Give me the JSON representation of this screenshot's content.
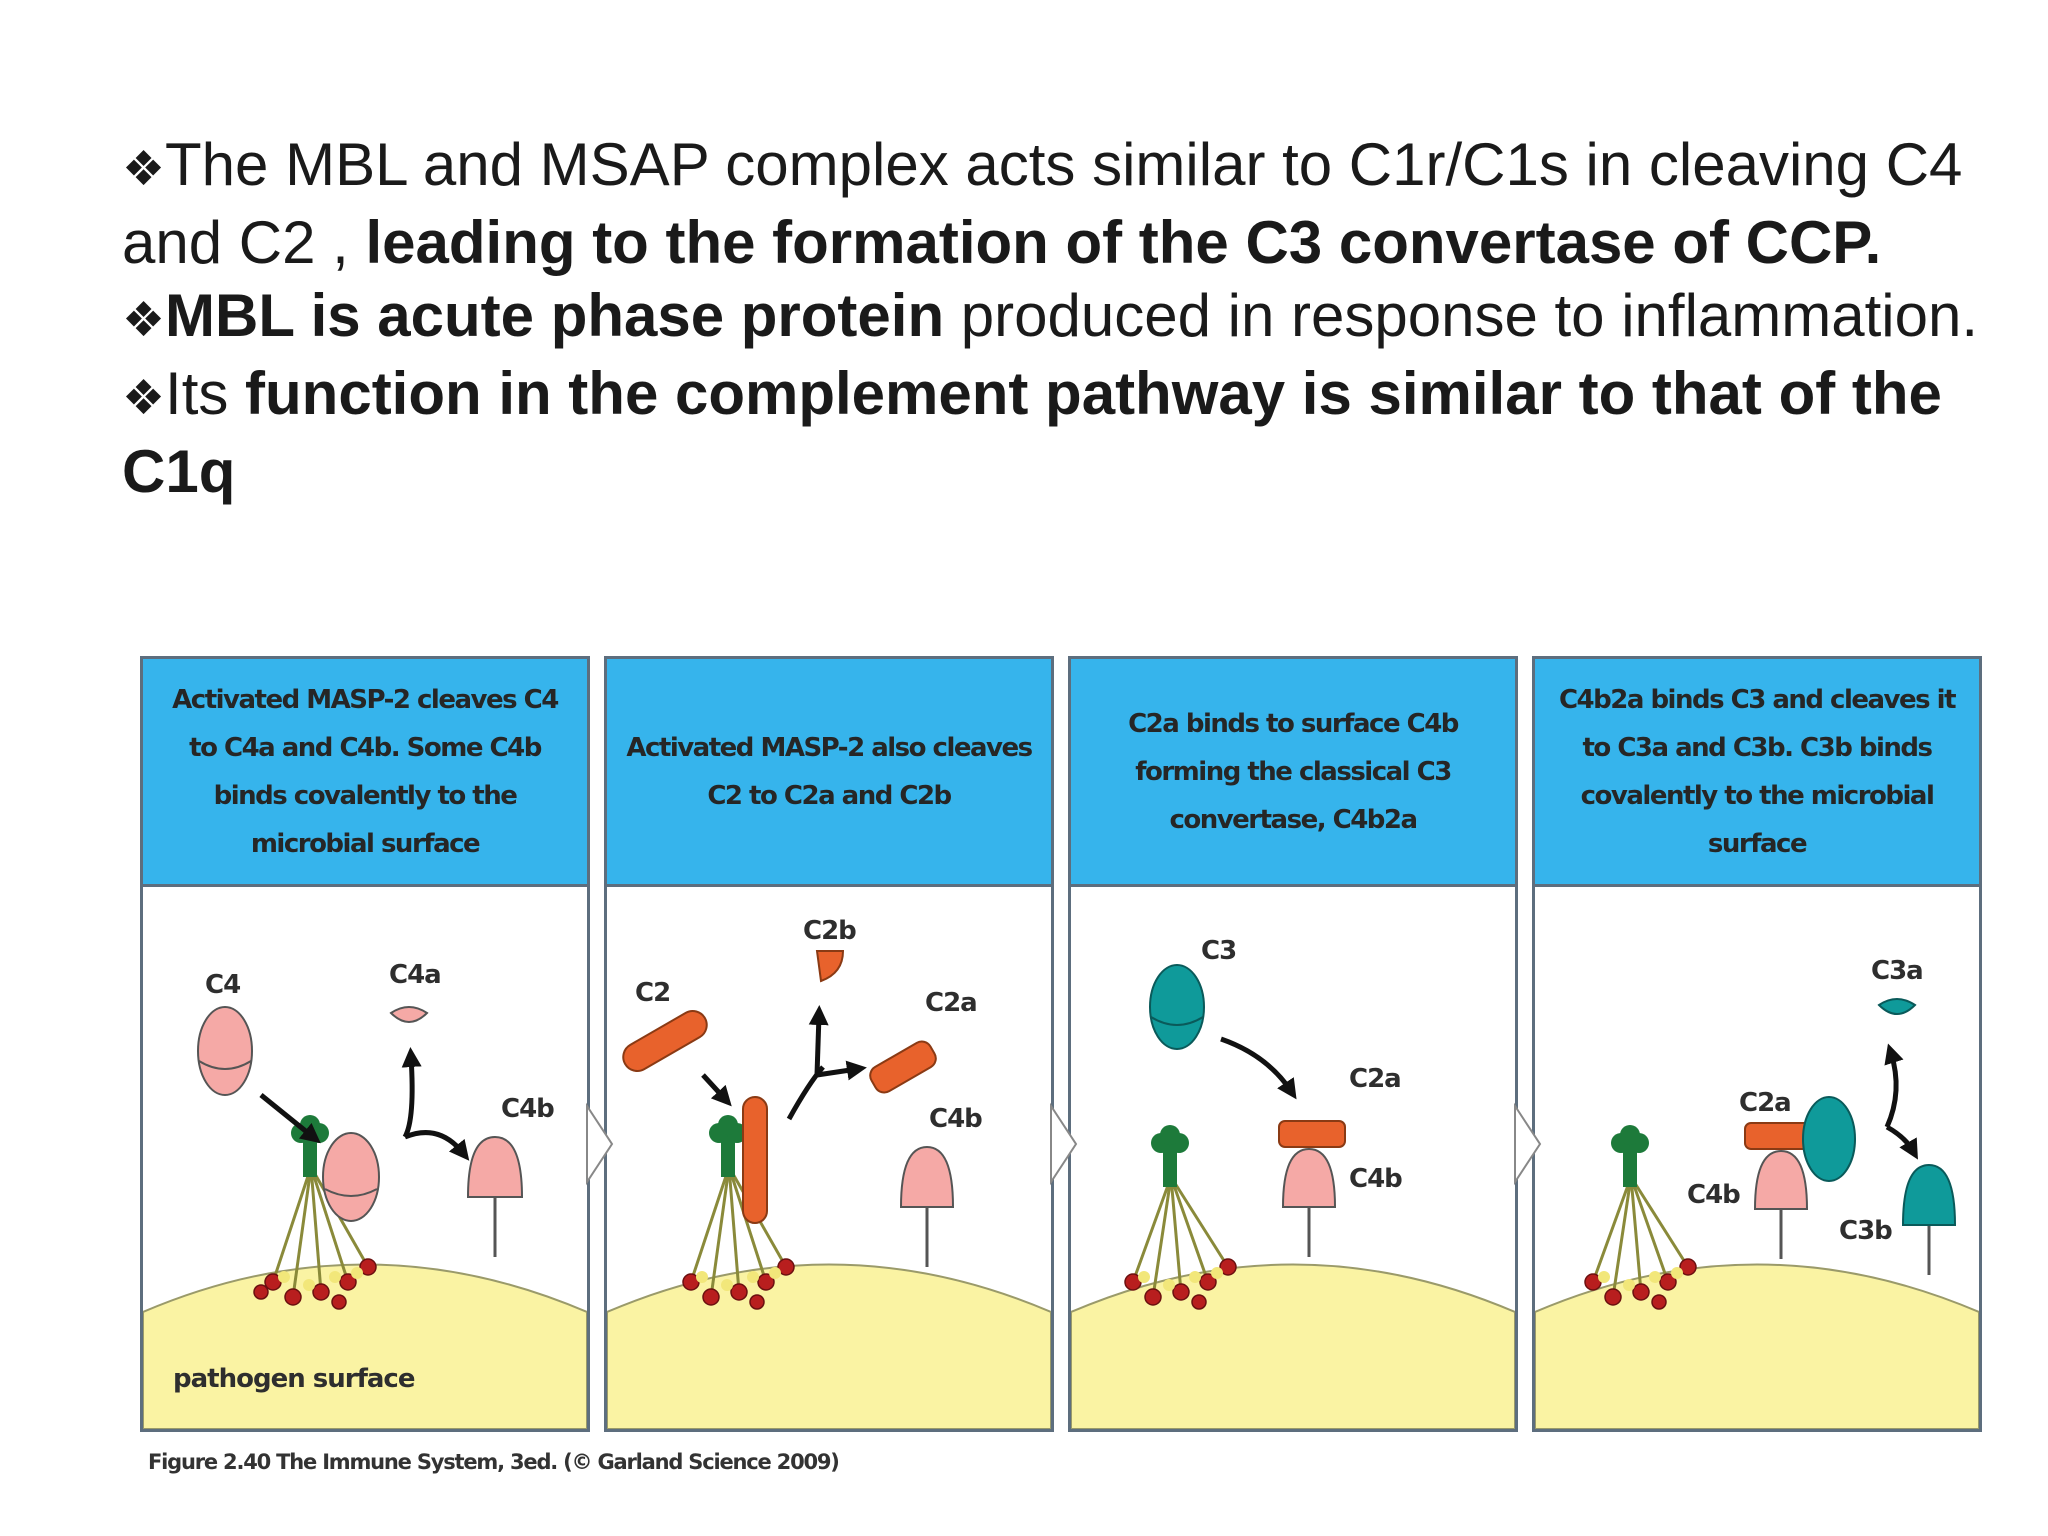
{
  "bullets": [
    {
      "b1_star": "❖",
      "b1_pre": "The MBL and MSAP complex acts similar to C1r/C1s in cleaving C4  and C2  , ",
      "b1_bold": "leading to the formation of the C3 convertase of CCP."
    },
    {
      "b2_star": "❖",
      "b2_bold": "MBL is acute phase protein",
      "b2_rest": " produced in response to inflammation."
    },
    {
      "b3_star": "❖",
      "b3_pre": "Its  ",
      "b3_bold": "function in the complement pathway is similar to that of the C1q"
    }
  ],
  "figure": {
    "panels": [
      {
        "caption": "Activated MASP-2 cleaves C4 to C4a and C4b. Some C4b binds covalently to the microbial surface",
        "labels": {
          "c4": "C4",
          "c4a": "C4a",
          "c4b": "C4b",
          "surface": "pathogen surface"
        }
      },
      {
        "caption": "Activated MASP-2 also cleaves C2 to C2a and C2b",
        "labels": {
          "c2": "C2",
          "c2b": "C2b",
          "c2a": "C2a",
          "c4b": "C4b"
        }
      },
      {
        "caption": "C2a binds to surface C4b forming the classical C3 convertase, C4b2a",
        "labels": {
          "c3": "C3",
          "c2a": "C2a",
          "c4b": "C4b"
        }
      },
      {
        "caption": "C4b2a binds C3 and cleaves it to C3a and C3b. C3b binds covalently to the microbial surface",
        "labels": {
          "c3a": "C3a",
          "c2a": "C2a",
          "c4b": "C4b",
          "c3b": "C3b"
        }
      }
    ],
    "credit": "Figure 2.40 The Immune System, 3ed. (© Garland Science 2009)"
  },
  "colors": {
    "caption_bg": "#36b4ec",
    "surface": "#faf3a3",
    "c4": "#f5a9a6",
    "c2": "#e8622c",
    "c3": "#0f9a9a",
    "mbl_head": "#1d7a3a"
  }
}
